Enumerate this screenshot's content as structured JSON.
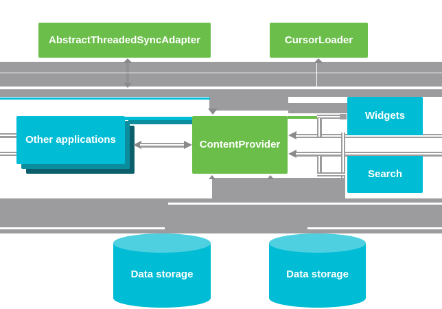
{
  "colors": {
    "green": "#6BBE4A",
    "cyan": "#00BCD4",
    "cyan_light": "#4ED0E0",
    "teal_shadow_1": "#0B8D9E",
    "teal_shadow_2": "#0A5F6B",
    "gray": "#9C9C9E",
    "gray_dark": "#8A8A8C",
    "background": "#FFFFFF",
    "text": "#FFFFFF"
  },
  "nodes": {
    "sync_adapter": {
      "label": "AbstractThreadedSyncAdapter"
    },
    "cursor_loader": {
      "label": "CursorLoader"
    },
    "content_provider": {
      "label": "ContentProvider"
    },
    "other_apps": {
      "label": "Other applications"
    },
    "widgets": {
      "label": "Widgets"
    },
    "search": {
      "label": "Search"
    },
    "storage_left": {
      "label": "Data storage"
    },
    "storage_right": {
      "label": "Data storage"
    }
  }
}
